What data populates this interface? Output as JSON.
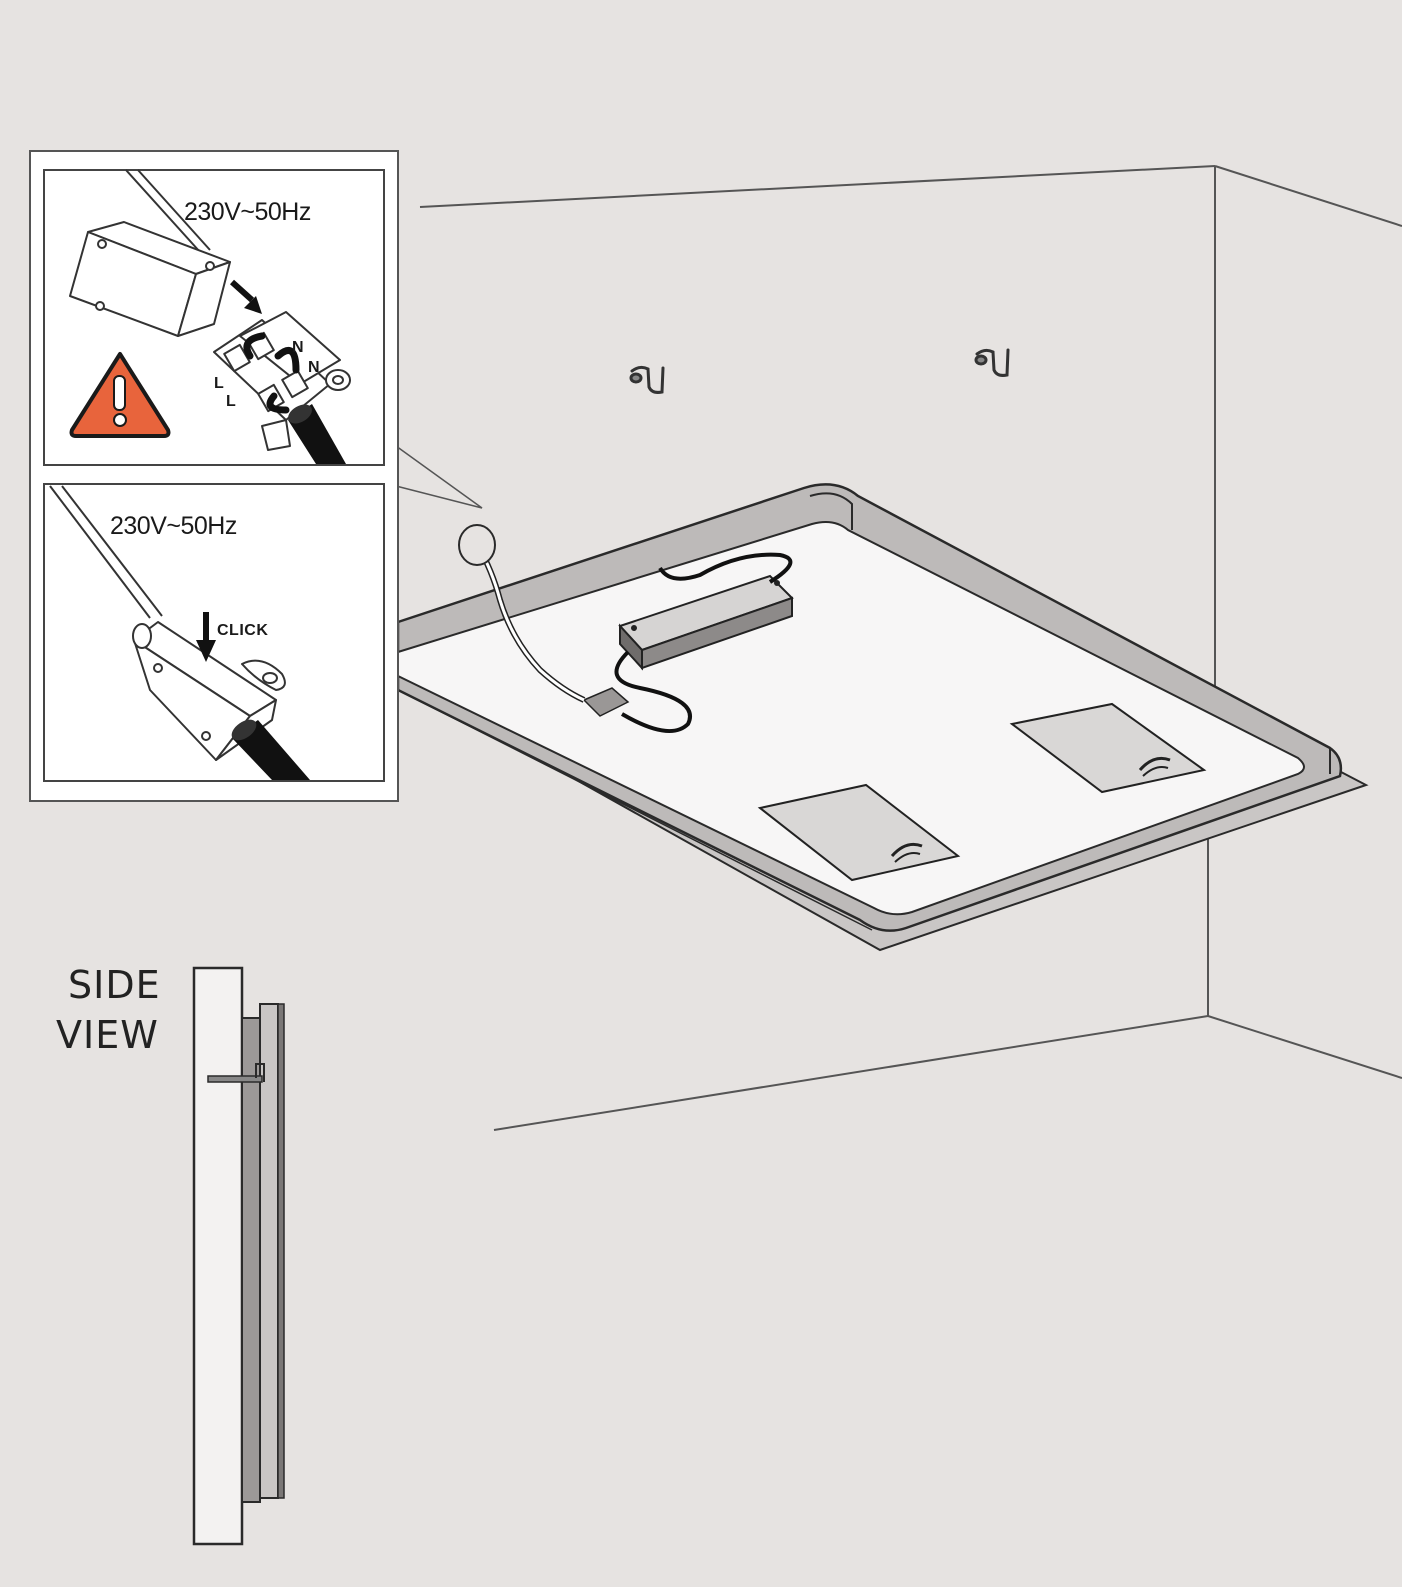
{
  "inset_top": {
    "voltage": "230V~50Hz",
    "terminal_labels": [
      "N",
      "N",
      "L",
      "L"
    ]
  },
  "inset_bottom": {
    "voltage": "230V~50Hz",
    "click": "CLICK"
  },
  "side_view": {
    "line1": "SIDE",
    "line2": "VIEW"
  },
  "colors": {
    "background": "#e6e3e1",
    "warning": "#e8643c",
    "line": "#2a2a2a",
    "panel_white": "#ffffff",
    "mirror_back": "#f7f6f6",
    "frame_gray": "#bdbab9"
  },
  "icons": [
    "warning-triangle-icon",
    "push-arrow-icon",
    "click-arrow-icon"
  ]
}
